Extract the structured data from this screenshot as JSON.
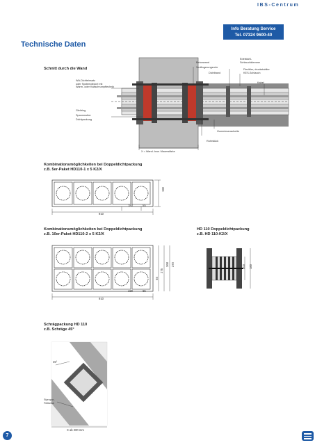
{
  "header": {
    "brand": "IBS-Centrum",
    "badge_line1": "Info Beratung Service",
    "badge_line2": "Tel. 07324 9600-40"
  },
  "page_title": "Technische Daten",
  "section_wall": {
    "heading": "Schnitt durch die Wand",
    "labels": {
      "wall_seal_insert": "WA-Dichteinsatz",
      "system_cover": "oder Systemdeckel mit",
      "heat_shrink": "Warm- oder Kaltschrumpftechnik",
      "sliding_ring": "Gleitring",
      "clamping_nut": "Spannmutter",
      "sealing_pack": "Dichtpackung",
      "concrete_wall": "Betonwand",
      "extension": "Verlängerungsrohr",
      "sealing_band": "Dichtband",
      "steel_clamp_1": "Edelstahl-",
      "steel_clamp_2": "Schlauchklemme",
      "flex_hose_1": "Flexibler, druckstabiler",
      "flex_hose_2": "KES-Schlauch",
      "cable": "Kabel",
      "rubber_sleeve": "Gummimanschette",
      "pipe_piece": "Rohrstück",
      "wall_thickness": "X = Wand- bzw. Mauerstärke"
    }
  },
  "section_combo1": {
    "heading_line1": "Kombinationsmöglichkeiten bei Doppeldichtpackung",
    "heading_line2": "z.B. 5er-Paket HD110-1 x 5 K2/X",
    "dim_height": "190",
    "dim_pitch": "180",
    "dim_edge": "55",
    "dim_width": "910"
  },
  "section_combo2": {
    "heading_line1": "Kombinationsmöglichkeiten bei Doppeldichtpackung",
    "heading_line2": "z.B. 10er-Paket HD110-2 x 5 K2/X",
    "dim_a": "55",
    "dim_b": "275",
    "dim_c": "368",
    "dim_d": "370",
    "dim_pitch": "180",
    "dim_edge": "65",
    "dim_width": "910"
  },
  "section_hd110": {
    "heading_line1": "HD 110 Doppeldichtpackung",
    "heading_line2": "z.B. HD 110-K2/X",
    "dim_inner": "200",
    "dim_outer": "180"
  },
  "section_angle": {
    "heading_line1": "Schrägpackung HD 110",
    "heading_line2": "z.B. Schräge 45°",
    "angle": "45°",
    "filler_1": "Styropor-",
    "filler_2": "Füllkeise",
    "dim_x": "X ab 200 mm"
  },
  "footer": {
    "page_number": "7"
  },
  "colors": {
    "brand_blue": "#1e5aa6",
    "wall_gray": "#b9b9b9",
    "seal_red": "#c0392b"
  }
}
